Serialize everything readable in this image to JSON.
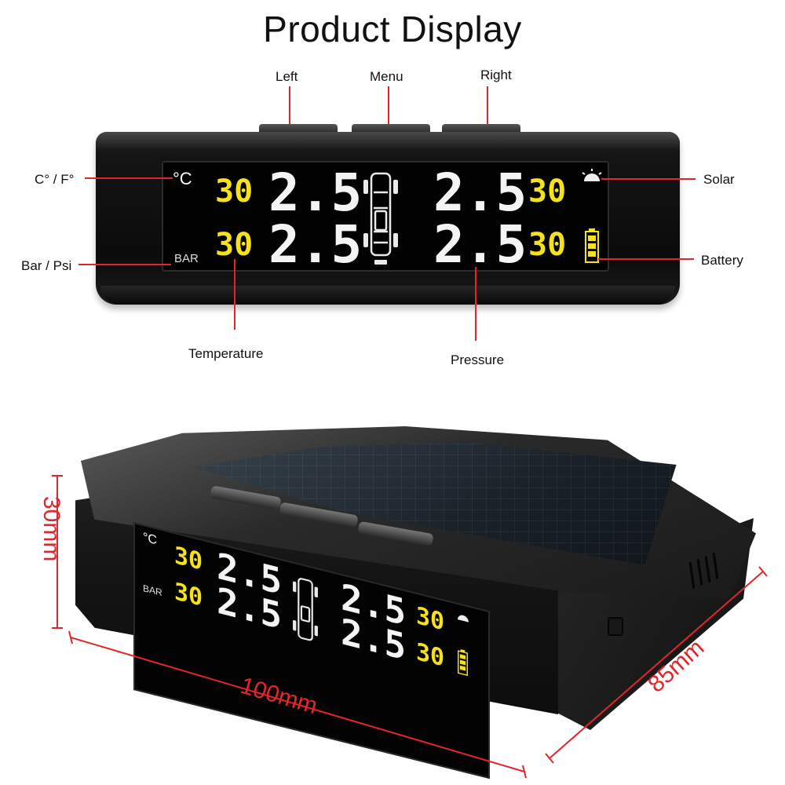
{
  "title": "Product Display",
  "callouts": {
    "left": "Left",
    "menu": "Menu",
    "right": "Right",
    "unit_temp": "C° / F°",
    "unit_pressure": "Bar / Psi",
    "solar": "Solar",
    "battery": "Battery",
    "temperature": "Temperature",
    "pressure": "Pressure"
  },
  "display": {
    "temp_unit": "°C",
    "pressure_unit": "BAR",
    "front_left": {
      "temp": "30",
      "pressure": "2.5"
    },
    "front_right": {
      "temp": "30",
      "pressure": "2.5"
    },
    "rear_left": {
      "temp": "30",
      "pressure": "2.5"
    },
    "rear_right": {
      "temp": "30",
      "pressure": "2.5"
    }
  },
  "dimensions": {
    "height": "30mm",
    "width": "100mm",
    "depth": "85mm"
  },
  "colors": {
    "accent_red": "#e0262b",
    "lcd_yellow": "#f7e11b",
    "lcd_white": "#f4f4f4"
  },
  "icons": [
    "car-icon",
    "solar-icon",
    "battery-icon"
  ]
}
